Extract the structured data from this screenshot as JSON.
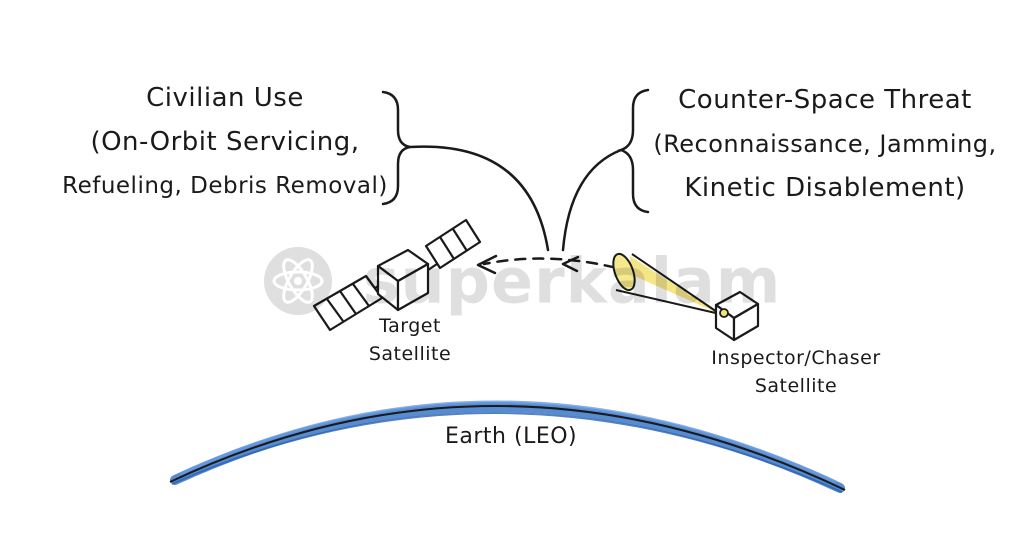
{
  "labels": {
    "civilian": [
      "Civilian Use",
      "(On-Orbit Servicing,",
      "Refueling, Debris Removal)"
    ],
    "threat": [
      "Counter-Space Threat",
      "(Reconnaissance, Jamming,",
      "Kinetic Disablement)"
    ],
    "target": [
      "Target",
      "Satellite"
    ],
    "inspector": [
      "Inspector/Chaser",
      "Satellite"
    ],
    "earth": "Earth (LEO)"
  },
  "watermark": "superkalam",
  "colors": {
    "ink": "#1a1a1a",
    "earth": "#3a78c9",
    "sensor_cone": "#f3e27a",
    "watermark": "#000000"
  }
}
